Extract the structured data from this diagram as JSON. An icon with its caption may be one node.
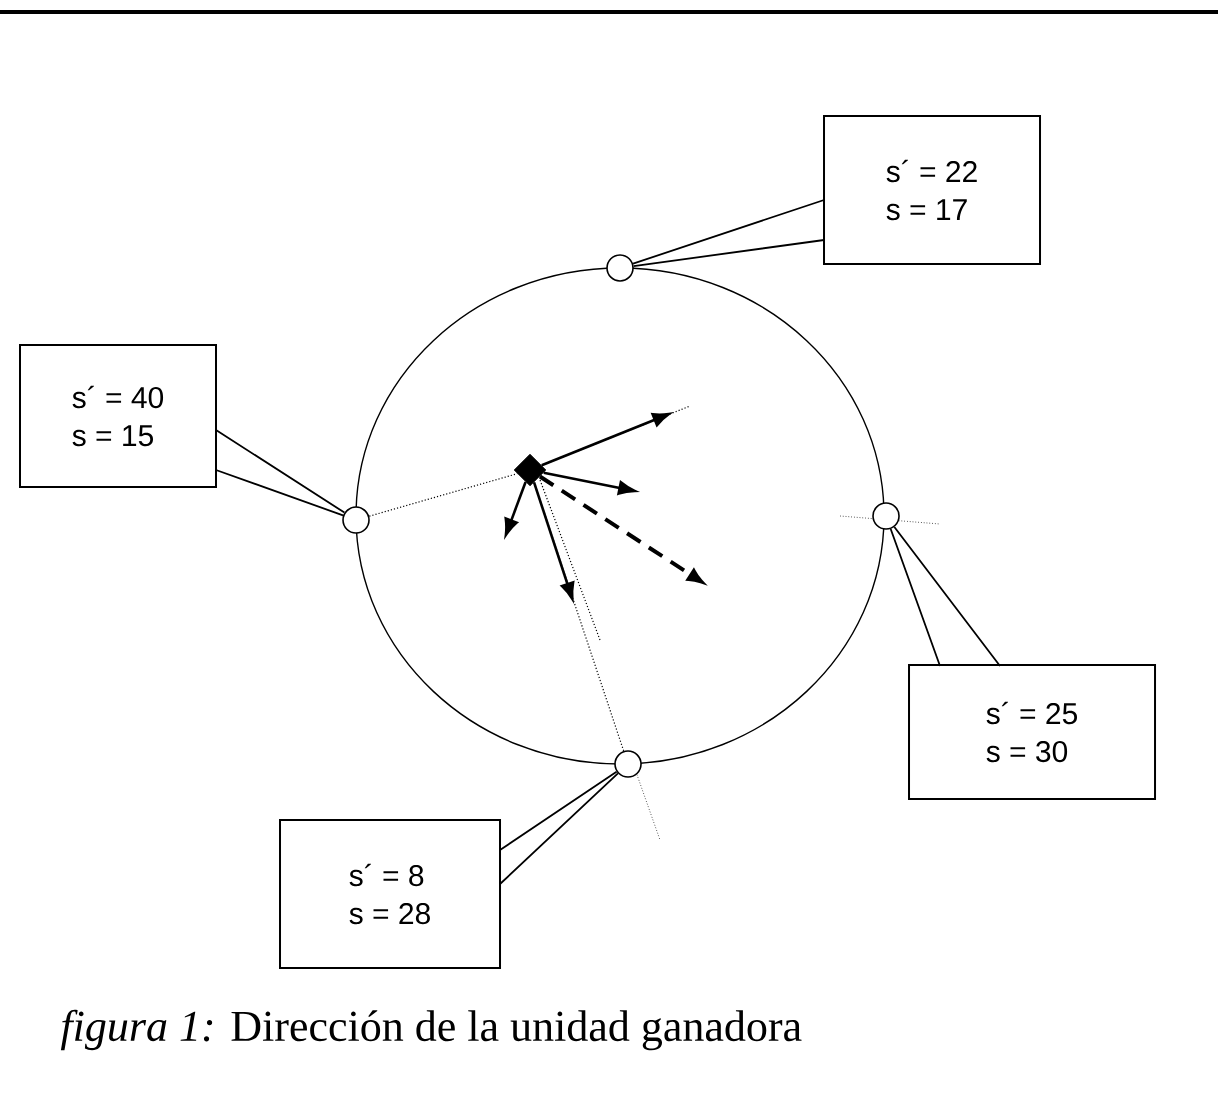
{
  "diagram": {
    "caption": "*figura 1:* Dirección de la unidad ganadora",
    "nodes": [
      {
        "text": [
          "s´ = 22",
          "s = 17"
        ]
      },
      {
        "text": [
          "s´ = 40",
          "s = 15"
        ]
      },
      {
        "text": [
          "s´ = 25",
          "s = 30"
        ]
      },
      {
        "text": [
          "s´ = 8",
          "s = 28"
        ]
      },
      {
        "text": [],
        "shape": "circle"
      },
      {
        "text": [],
        "shape": "circle"
      },
      {
        "text": [],
        "shape": "circle"
      },
      {
        "text": [],
        "shape": "circle"
      },
      {
        "text": [],
        "shape": "diamond"
      }
    ],
    "edges": [
      {
        "from": 0,
        "to": 4,
        "arrow": "none"
      },
      {
        "from": 1,
        "to": 5,
        "arrow": "none"
      },
      {
        "from": 2,
        "to": 6,
        "arrow": "none"
      },
      {
        "from": 3,
        "to": 7,
        "arrow": "none"
      },
      {
        "from": 5,
        "to": 8,
        "arrow": "none",
        "style": "dashed"
      },
      {
        "from": 7,
        "to": 8,
        "arrow": "none",
        "style": "dashed"
      },
      {
        "from": 8,
        "to": null,
        "arrow": "to"
      },
      {
        "from": 8,
        "to": null,
        "arrow": "to"
      },
      {
        "from": 8,
        "to": null,
        "arrow": "to"
      },
      {
        "from": 8,
        "to": null,
        "arrow": "to"
      },
      {
        "from": 8,
        "to": null,
        "arrow": "to",
        "style": "dashed"
      }
    ]
  }
}
